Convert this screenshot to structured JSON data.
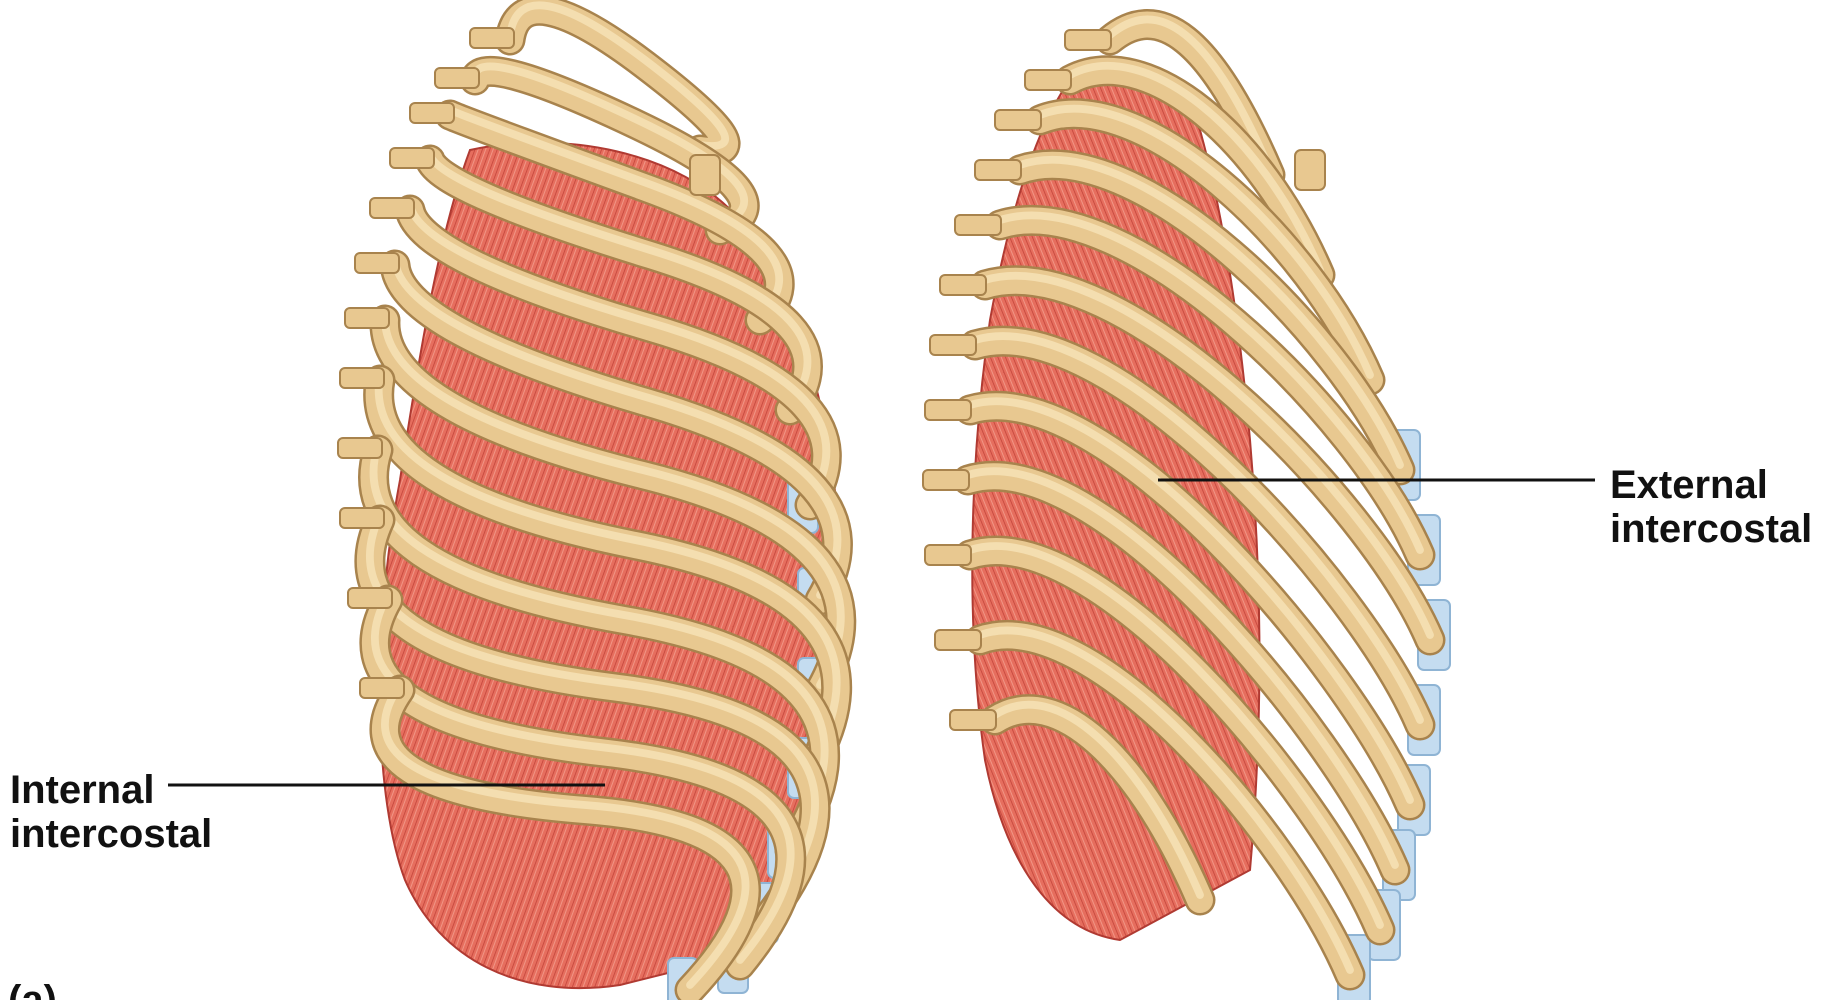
{
  "figure": {
    "panel_label": "(a)",
    "labels": {
      "internal": {
        "line1": "Internal",
        "line2": "intercostal"
      },
      "external": {
        "line1": "External",
        "line2": "intercostal"
      }
    }
  },
  "colors": {
    "bone": "#E8C890",
    "bone_edge": "#A8834D",
    "bone_highlight": "#F4DEB0",
    "muscle": "#E87060",
    "muscle_dark": "#C8443A",
    "muscle_fiber": "#F4A090",
    "cartilage": "#C4DCF0",
    "cartilage_edge": "#8FB4D4",
    "leader_line": "#111111"
  }
}
